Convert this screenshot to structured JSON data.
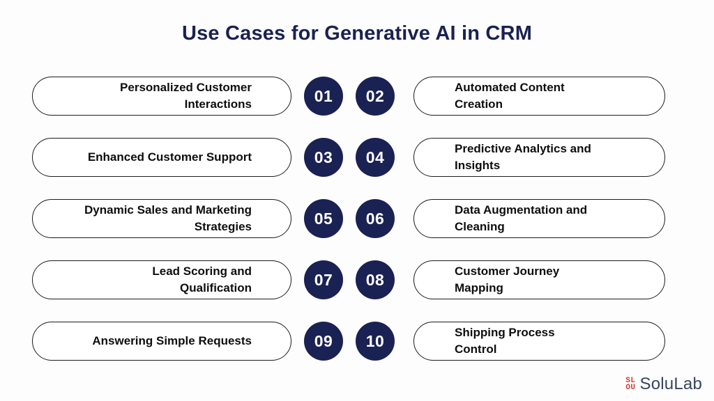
{
  "title": "Use Cases for Generative AI in CRM",
  "colors": {
    "navy_accent": "#1a2153",
    "title_navy": "#1b2150",
    "pill_border": "#1c1c1c",
    "pill_background": "#ffffff",
    "pill_text": "#0e0e0e",
    "number_text": "#ffffff",
    "background": "#fdfdfd",
    "logo_red": "#d5372f",
    "logo_text_color": "#36455e"
  },
  "rows": [
    {
      "num1": "01",
      "num2": "02",
      "left": "Personalized Customer\nInteractions",
      "right": "Automated Content\nCreation"
    },
    {
      "num1": "03",
      "num2": "04",
      "left": "Enhanced Customer Support",
      "right": "Predictive Analytics and\nInsights"
    },
    {
      "num1": "05",
      "num2": "06",
      "left": "Dynamic Sales and Marketing\nStrategies",
      "right": "Data Augmentation and\nCleaning"
    },
    {
      "num1": "07",
      "num2": "08",
      "left": "Lead Scoring and\nQualification",
      "right": "Customer Journey\nMapping"
    },
    {
      "num1": "09",
      "num2": "10",
      "left": "Answering Simple Requests",
      "right": "Shipping Process\nControl"
    }
  ],
  "footer": {
    "logo_text": "SoluLab",
    "logo_mark_line1": "SL",
    "logo_mark_line2": "OU"
  }
}
